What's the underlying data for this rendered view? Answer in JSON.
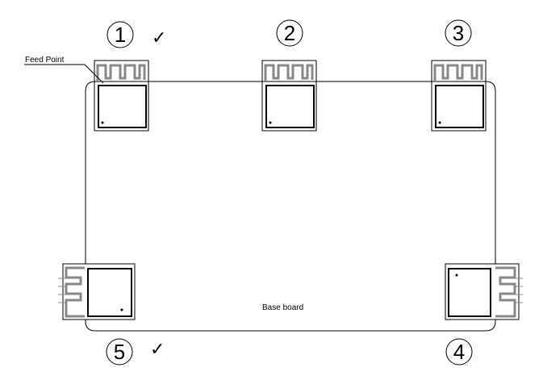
{
  "labels": {
    "feed_point": "Feed Point",
    "base_board": "Base board",
    "check": "✓"
  },
  "positions": [
    {
      "number": "1",
      "checked": true
    },
    {
      "number": "2",
      "checked": false
    },
    {
      "number": "3",
      "checked": false
    },
    {
      "number": "4",
      "checked": false
    },
    {
      "number": "5",
      "checked": true
    }
  ],
  "colors": {
    "line": "#000000",
    "antenna": "#808080"
  }
}
